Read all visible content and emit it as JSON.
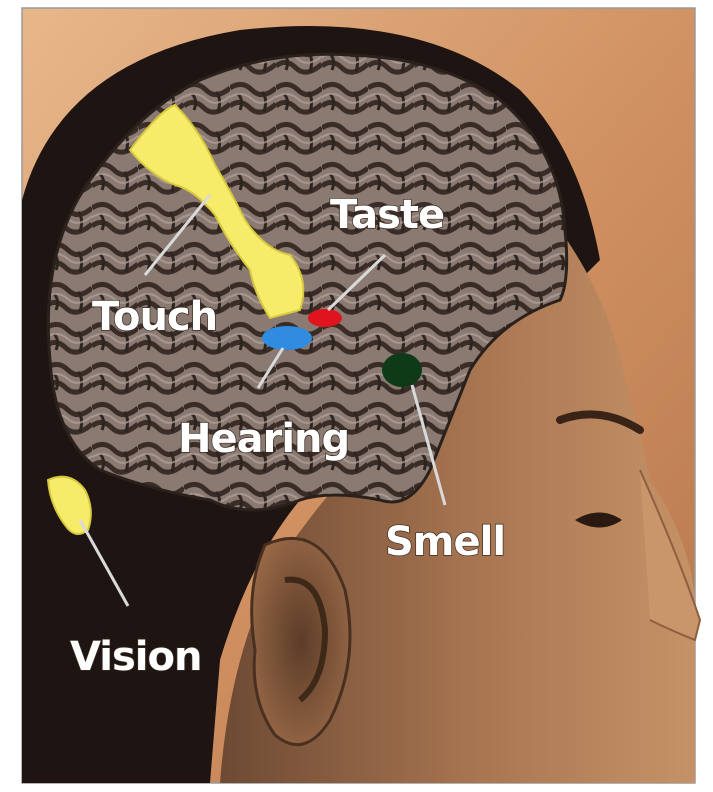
{
  "labels": {
    "touch": "Touch",
    "taste": "Taste",
    "hearing": "Hearing",
    "smell": "Smell",
    "vision": "Vision"
  },
  "colors": {
    "touch_region": "#f7ec6a",
    "taste_region": "#e0141e",
    "hearing_region": "#2f8ce0",
    "smell_region": "#0f3a18",
    "vision_region": "#f7ec6a",
    "brain": "#7a6a62",
    "hair": "#1e1512",
    "skin": "#b98459",
    "background": "#d79a6a"
  }
}
